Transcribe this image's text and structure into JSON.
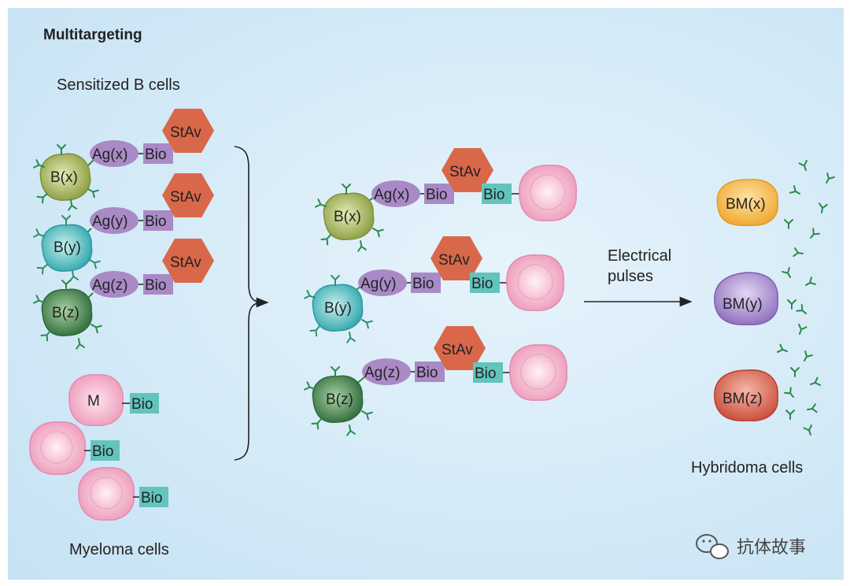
{
  "title": "Multitargeting",
  "sections": {
    "b_cells": "Sensitized B cells",
    "myeloma": "Myeloma cells",
    "hybridoma": "Hybridoma cells"
  },
  "arrow_label": [
    "Electrical",
    "pulses"
  ],
  "labels": {
    "bx": "B(x)",
    "by": "B(y)",
    "bz": "B(z)",
    "agx": "Ag(x)",
    "agy": "Ag(y)",
    "agz": "Ag(z)",
    "bio": "Bio",
    "stav": "StAv",
    "m": "M",
    "bmx": "BM(x)",
    "bmy": "BM(y)",
    "bmz": "BM(z)"
  },
  "watermark": "抗体故事",
  "colors": {
    "bx": "#9cae52",
    "by": "#4bbfc1",
    "bz": "#3f8a4a",
    "ag": "#a98ac6",
    "bio": "#62c4bd",
    "stav": "#d9684a",
    "myeloma": "#f0a8c4",
    "bmx": "#f5b53a",
    "bmy": "#9c7cc6",
    "bmz": "#d65a45"
  }
}
